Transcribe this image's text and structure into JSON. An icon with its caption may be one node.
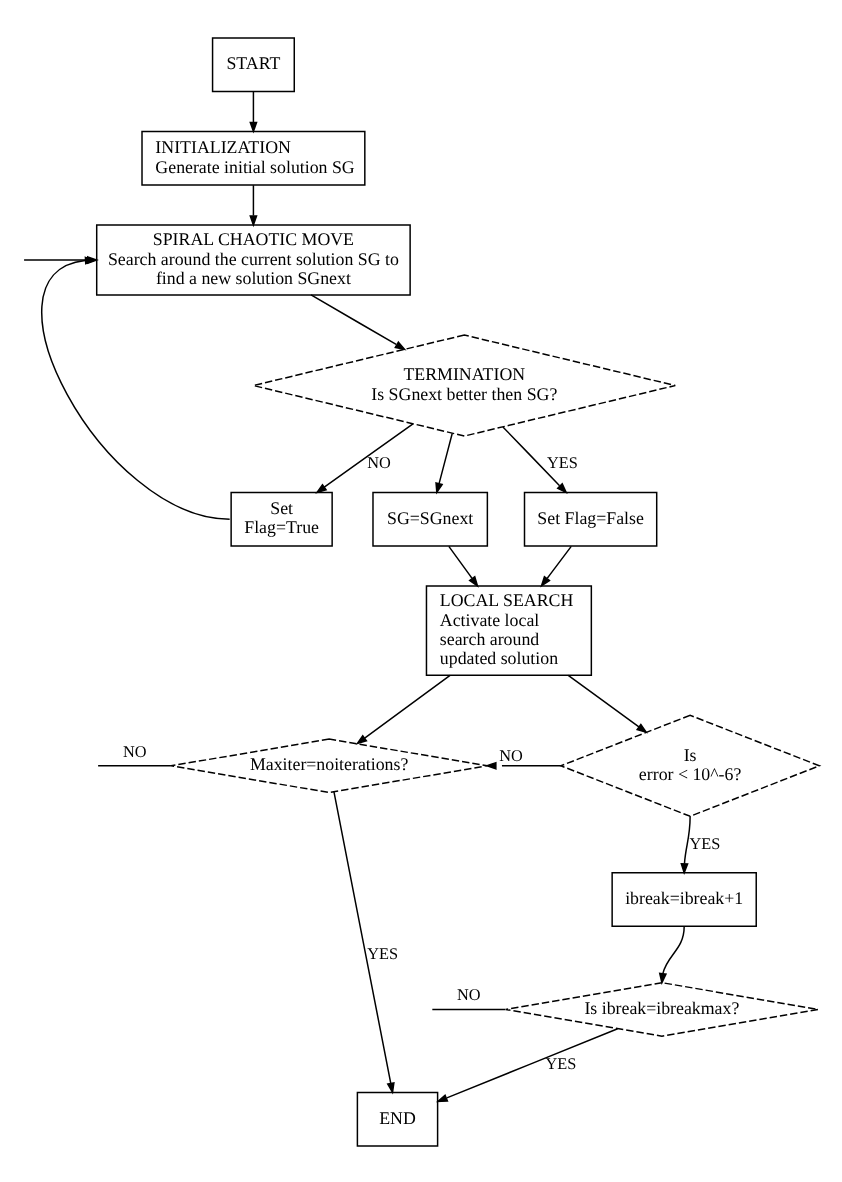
{
  "diagram": {
    "nodes": [
      {
        "text": [
          "START"
        ]
      },
      {
        "text": [
          "INITIALIZATION",
          "Generate initial solution SG"
        ]
      },
      {
        "text": [
          "SPIRAL CHAOTIC MOVE",
          "Search around the current solution SG to find a new solution SGnext"
        ]
      },
      {
        "text": [
          "TERMINATION",
          "Is SGnext better then SG?"
        ]
      },
      {
        "text": [
          "Set Flag=True"
        ]
      },
      {
        "text": [
          "SG=SGnext"
        ]
      },
      {
        "text": [
          "Set Flag=False"
        ]
      },
      {
        "text": [
          "LOCAL SEARCH",
          "Activate local search around updated solution"
        ]
      },
      {
        "text": [
          "Maxiter=noiterations?"
        ]
      },
      {
        "text": [
          "Is error < 10^-6?"
        ]
      },
      {
        "text": [
          "ibreak=ibreak+1"
        ]
      },
      {
        "text": [
          "Is ibreak=ibreakmax?"
        ]
      },
      {
        "text": [
          "END"
        ]
      }
    ],
    "edges": [
      {
        "from": 0,
        "to": 1,
        "arrow": "to"
      },
      {
        "from": 1,
        "to": 2,
        "arrow": "to"
      },
      {
        "from": 2,
        "to": 3,
        "arrow": "to"
      },
      {
        "from": 3,
        "to": 4,
        "arrow": "to",
        "label": "NO"
      },
      {
        "from": 3,
        "to": 5,
        "arrow": "to"
      },
      {
        "from": 3,
        "to": 6,
        "arrow": "to",
        "label": "YES"
      },
      {
        "from": 4,
        "to": 2,
        "arrow": "to"
      },
      {
        "from": 5,
        "to": 7,
        "arrow": "to"
      },
      {
        "from": 6,
        "to": 7,
        "arrow": "to"
      },
      {
        "from": 7,
        "to": 8,
        "arrow": "to"
      },
      {
        "from": 7,
        "to": 9,
        "arrow": "to"
      },
      {
        "from": 9,
        "to": 8,
        "arrow": "to",
        "label": "NO"
      },
      {
        "from": 8,
        "to": null,
        "arrow": "none",
        "label": "NO"
      },
      {
        "from": null,
        "to": 2,
        "arrow": "to"
      },
      {
        "from": 8,
        "to": 12,
        "arrow": "to",
        "label": "YES"
      },
      {
        "from": 9,
        "to": 10,
        "arrow": "to",
        "label": "YES"
      },
      {
        "from": 10,
        "to": 11,
        "arrow": "to"
      },
      {
        "from": 11,
        "to": null,
        "arrow": "none",
        "label": "NO"
      },
      {
        "from": 11,
        "to": 12,
        "arrow": "to",
        "label": "YES"
      }
    ]
  }
}
